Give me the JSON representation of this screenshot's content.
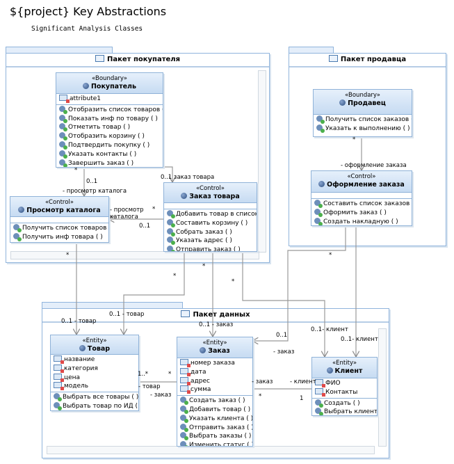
{
  "title": "${project} Key Abstractions",
  "subtitle": "Significant Analysis Classes",
  "packages": [
    {
      "name": "Пакет покупателя"
    },
    {
      "name": "Пакет продавца"
    },
    {
      "name": "Пакет данных"
    }
  ],
  "classes": [
    {
      "id": "pokupatel",
      "stereotype": "«Boundary»",
      "name": "Покупатель",
      "icon": "boundary-icon",
      "attributes": [
        "attribute1"
      ],
      "operations": [
        "Отобразить список товаров ( )",
        "Показать инф  по товару ( )",
        "Отметить товар ( )",
        "Отобразить корзину ( )",
        "Подтвердить покупку ( )",
        "Указать контакты ( )",
        "Завершить заказ ( )"
      ]
    },
    {
      "id": "zakaz-tovara",
      "stereotype": "«Control»",
      "name": "Заказ товара",
      "icon": "control-icon",
      "attributes": [],
      "operations": [
        "Добавить товар в список ( )",
        "Составить корзину ( )",
        "Собрать заказ ( )",
        "Указать адрес ( )",
        "Отправить заказ ( )"
      ]
    },
    {
      "id": "prosmotr",
      "stereotype": "«Control»",
      "name": "Просмотр каталога",
      "icon": "control-icon",
      "attributes": [],
      "operations": [
        "Получить список товаров",
        "Получить инф товара ( )"
      ]
    },
    {
      "id": "prodavets",
      "stereotype": "«Boundary»",
      "name": "Продавец",
      "icon": "boundary-icon",
      "attributes": null,
      "operations": [
        "Получить список заказов ( )",
        "Указать к выполнению ( )"
      ]
    },
    {
      "id": "oformlenie",
      "stereotype": "«Control»",
      "name": "Оформление заказа",
      "icon": "control-icon",
      "attributes": [],
      "operations": [
        "Составить список заказов ( )",
        "Оформить заказ ( )",
        "Создать накладную ( )"
      ]
    },
    {
      "id": "tovar",
      "stereotype": "«Entity»",
      "name": "Товар",
      "icon": "entity-icon",
      "attributes": [
        "название",
        "категория",
        "цена",
        "модель"
      ],
      "operations": [
        "Выбрать все товары ( )",
        "Выбрать товар по ИД ( )"
      ]
    },
    {
      "id": "zakaz",
      "stereotype": "«Entity»",
      "name": "Заказ",
      "icon": "entity-icon",
      "attributes": [
        "номер заказа",
        "дата",
        "адрес",
        "сумма"
      ],
      "operations": [
        "Создать заказ ( )",
        "Добавить товар ( )",
        "Указать клиента ( )",
        "Отправить заказ ( )",
        "Выбрать заказы ( )",
        "Изменить статус ( )"
      ]
    },
    {
      "id": "klient",
      "stereotype": "«Entity»",
      "name": "Клиент",
      "icon": "entity-icon",
      "attributes": [
        "ФИО",
        "Контакты"
      ],
      "operations": [
        "Создать ( )",
        "Выбрать клиента"
      ]
    }
  ],
  "labels": [
    "*",
    "- просмотр каталога",
    "0..1",
    "0..1 заказ товара",
    "0..1",
    "*",
    "- просмотр каталога",
    "*",
    "*",
    "*",
    "*",
    "0..1 - товар",
    "0..1 - товар",
    "0..1 - заказ",
    "0..1- клиент",
    "0..1- клиент",
    "0..1",
    "- заказ",
    "*",
    "*",
    "- оформление заказа",
    "1..*",
    "*",
    "- товар",
    "- заказ",
    "- заказ",
    "- клиент",
    "*",
    "1"
  ]
}
